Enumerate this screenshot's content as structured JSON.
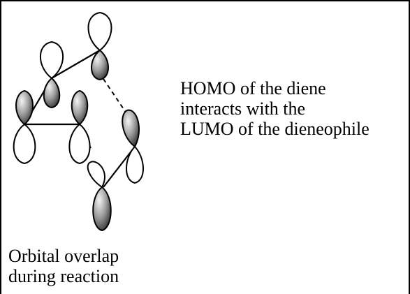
{
  "right_caption": {
    "lines": [
      "HOMO of the diene",
      "interacts with the",
      "LUMO of the dieneophile"
    ]
  },
  "bottom_caption": {
    "lines": [
      "Orbital overlap",
      "during reaction"
    ]
  },
  "colors": {
    "stroke": "#000000",
    "lobe_filled_light": "#f2f2f2",
    "lobe_filled_mid": "#9a9a9a",
    "lobe_filled_dark": "#3a3a3a",
    "lobe_empty": "#ffffff"
  }
}
